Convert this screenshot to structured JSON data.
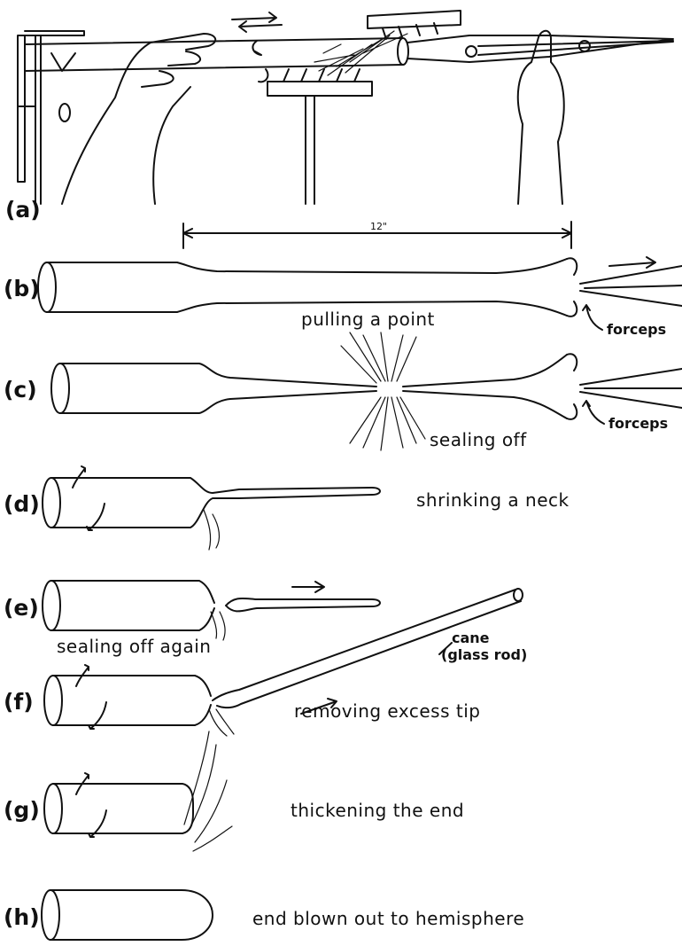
{
  "dimension": "12\"",
  "steps": [
    {
      "letter": "(a)",
      "caption": ""
    },
    {
      "letter": "(b)",
      "caption": "pulling a point"
    },
    {
      "letter": "(c)",
      "caption": "sealing off"
    },
    {
      "letter": "(d)",
      "caption": "shrinking a neck"
    },
    {
      "letter": "(e)",
      "caption": "sealing off again"
    },
    {
      "letter": "(f)",
      "caption": "removing excess tip"
    },
    {
      "letter": "(g)",
      "caption": "thickening the end"
    },
    {
      "letter": "(h)",
      "caption": "end blown out to hemisphere"
    }
  ],
  "labels": {
    "forceps": "forceps",
    "cane_1": "cane",
    "cane_2": "(glass rod)"
  },
  "colors": {
    "ink": "#111111",
    "paper": "#ffffff"
  }
}
